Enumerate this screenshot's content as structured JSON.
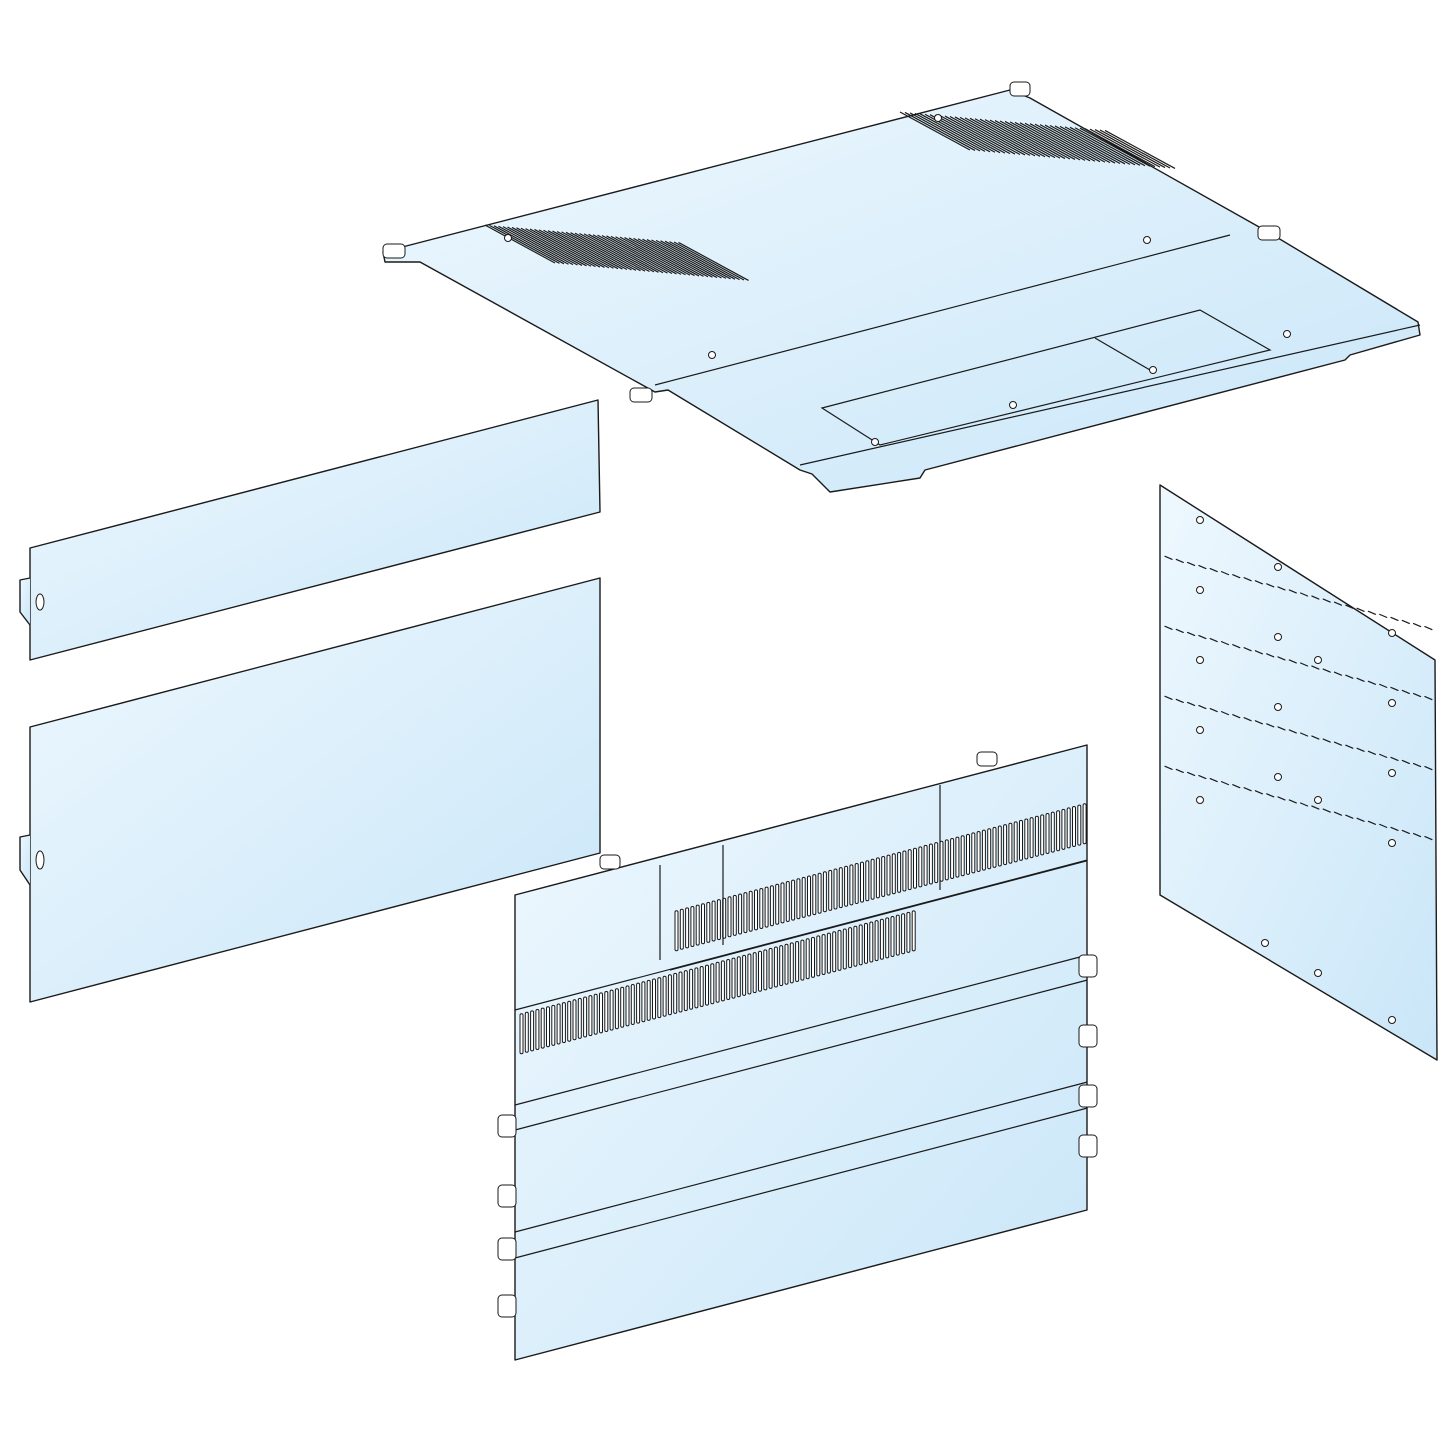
{
  "colors": {
    "panel_light": "#eef8fe",
    "panel_dark": "#c9e6f8",
    "outline": "#1a1a1a",
    "background": "#ffffff"
  },
  "components": [
    {
      "name": "top-plate",
      "features": [
        "vent-slots",
        "cutout",
        "mounting-tabs"
      ]
    },
    {
      "name": "side-panel-upper",
      "features": [
        "mounting-tab"
      ]
    },
    {
      "name": "side-panel-lower",
      "features": [
        "mounting-tab"
      ]
    },
    {
      "name": "rear-mounting-plate",
      "features": [
        "hole-rows",
        "slot-rows"
      ]
    },
    {
      "name": "front-vented-panel",
      "features": [
        "vent-slots",
        "grooves",
        "mounting-tabs"
      ]
    }
  ]
}
